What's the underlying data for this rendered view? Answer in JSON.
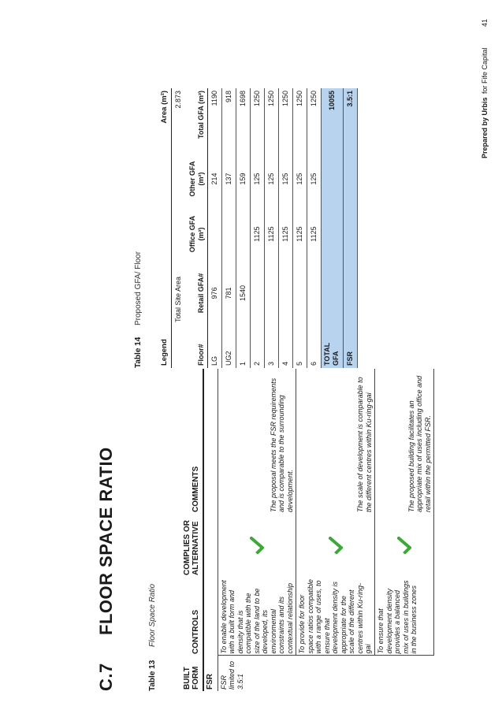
{
  "section": {
    "number": "C.7",
    "title": "FLOOR SPACE RATIO"
  },
  "table13": {
    "label": "Table 13",
    "title": "Floor Space Ratio",
    "headers": {
      "built_form_1": "BUILT",
      "built_form_2": "FORM",
      "controls": "CONTROLS",
      "complies_1": "COMPLIES OR",
      "complies_2": "ALTERNATIVE",
      "comments": "COMMENTS"
    },
    "group_label": "FSR",
    "limit": "FSR limited to 3.5:1",
    "rows": [
      {
        "control": "To enable development with a built form and density that is compatible with the size of the land to be developed, its environmental constraints and its contextual relationship",
        "comment": "The proposal meets the FSR requirements and is comparable to the surrounding development."
      },
      {
        "control": "To provide for floor space ratios compatible with a range of uses, to ensure that development density is appropriate for the scale of the different centres within Ku-ring-gai",
        "comment": "The scale of development is comparable to the different centres within Ku-ring-gai"
      },
      {
        "control": "To ensure that development density provides a balanced mix of uses in buildings in the business zones",
        "comment": "The proposed building facilitates an appropriate mix of uses including office and retail within the permitted FSR."
      }
    ],
    "tick_color": "#3aaa35",
    "tick_icon": "check-icon"
  },
  "table14": {
    "label": "Table 14",
    "title": "Proposed GFA/ Floor",
    "legend": "Legend",
    "area_label": "Area (m²)",
    "site_area_label": "Total Site Area",
    "site_area_value": "2.873",
    "headers": [
      "Floor#",
      "Retail GFA#",
      "Office GFA (m²)",
      "Other GFA (m²)",
      "Total GFA (m²)"
    ],
    "rows": [
      {
        "floor": "LG",
        "retail": "976",
        "office": "",
        "other": "214",
        "total": "1190"
      },
      {
        "floor": "UG2",
        "retail": "781",
        "office": "",
        "other": "137",
        "total": "918"
      },
      {
        "floor": "1",
        "retail": "1540",
        "office": "",
        "other": "159",
        "total": "1698"
      },
      {
        "floor": "2",
        "retail": "",
        "office": "1125",
        "other": "125",
        "total": "1250"
      },
      {
        "floor": "3",
        "retail": "",
        "office": "1125",
        "other": "125",
        "total": "1250"
      },
      {
        "floor": "4",
        "retail": "",
        "office": "1125",
        "other": "125",
        "total": "1250"
      },
      {
        "floor": "5",
        "retail": "",
        "office": "1125",
        "other": "125",
        "total": "1250"
      },
      {
        "floor": "6",
        "retail": "",
        "office": "1125",
        "other": "125",
        "total": "1250"
      }
    ],
    "total_label_1": "TOTAL",
    "total_label_2": "GFA",
    "total_value": "10055",
    "fsr_label": "FSR",
    "fsr_value": "3.5:1",
    "highlight_color": "#b8d3ee"
  },
  "footer": {
    "prepared": "Prepared by Urbis",
    "for": "for Fife Capital",
    "page": "41"
  }
}
